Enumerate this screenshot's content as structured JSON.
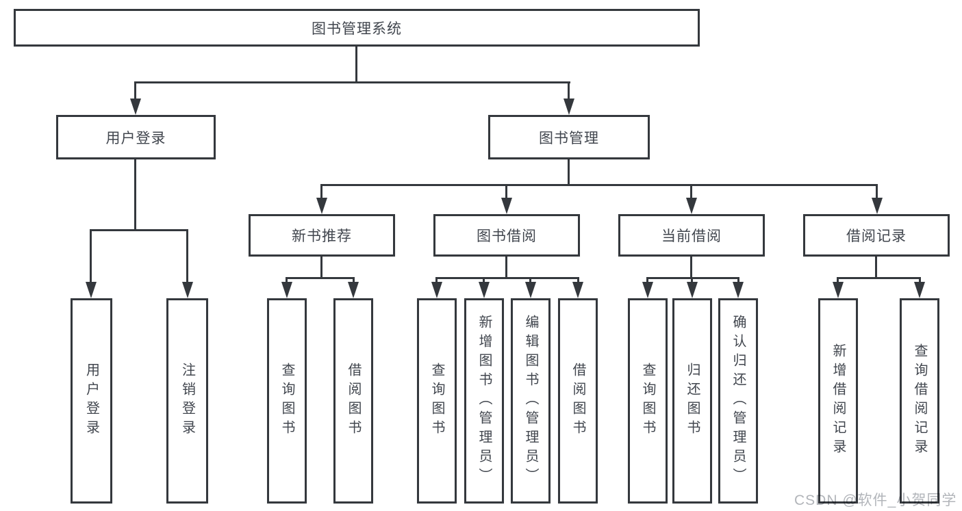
{
  "title": "图书管理系统",
  "tree": {
    "root": {
      "label": "图书管理系统",
      "children": [
        {
          "label": "用户登录",
          "children": [
            {
              "label": "用户登录"
            },
            {
              "label": "注销登录"
            }
          ]
        },
        {
          "label": "图书管理",
          "children": [
            {
              "label": "新书推荐",
              "children": [
                {
                  "label": "查询图书"
                },
                {
                  "label": "借阅图书"
                }
              ]
            },
            {
              "label": "图书借阅",
              "children": [
                {
                  "label": "查询图书"
                },
                {
                  "label": "新增图书（管理员）"
                },
                {
                  "label": "编辑图书（管理员）"
                },
                {
                  "label": "借阅图书"
                }
              ]
            },
            {
              "label": "当前借阅",
              "children": [
                {
                  "label": "查询图书"
                },
                {
                  "label": "归还图书"
                },
                {
                  "label": "确认归还（管理员）"
                }
              ]
            },
            {
              "label": "借阅记录",
              "children": [
                {
                  "label": "新增借阅记录"
                },
                {
                  "label": "查询借阅记录"
                }
              ]
            }
          ]
        }
      ]
    }
  },
  "watermark": {
    "text": "CSDN @软件_小贺同学"
  },
  "colors": {
    "line": "#34383d",
    "text": "#41464e",
    "background": "#ffffff",
    "watermark": "#b2b5ba"
  }
}
